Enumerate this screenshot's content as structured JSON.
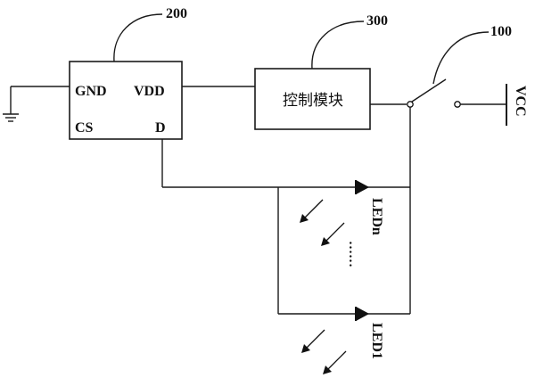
{
  "chip": {
    "ref": "200",
    "pins": {
      "gnd": "GND",
      "vdd": "VDD",
      "cs": "CS",
      "d": "D"
    }
  },
  "control": {
    "ref": "300",
    "label": "控制模块"
  },
  "switch": {
    "ref": "100"
  },
  "supply": {
    "label": "VCC"
  },
  "leds": {
    "top": "LEDn",
    "bottom": "LED1",
    "ellipsis": "……"
  }
}
